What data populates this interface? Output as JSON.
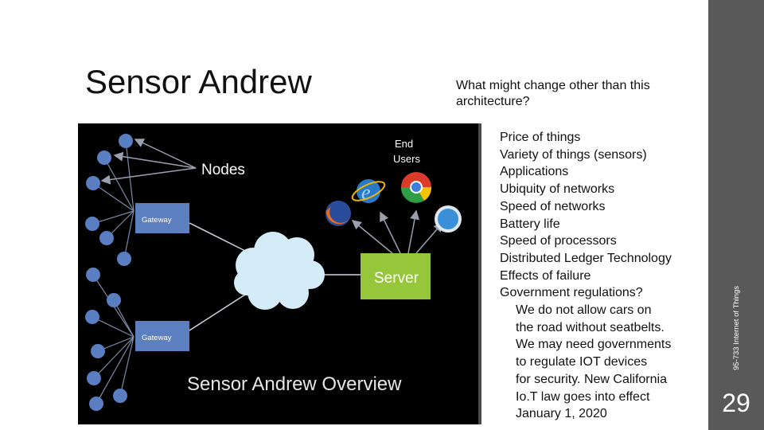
{
  "slide": {
    "title": "Sensor Andrew",
    "question": "What might change other than this architecture?",
    "points": [
      "Price of things",
      "Variety of things (sensors)",
      "Applications",
      "Ubiquity of networks",
      "Speed of networks",
      "Battery life",
      "Speed of processors",
      "Distributed Ledger Technology",
      "Effects of failure",
      "Government regulations?"
    ],
    "sub_points": [
      "We do not allow cars on",
      "the road without seatbelts.",
      "We may need governments",
      "to regulate IOT devices",
      "for security. New California",
      "Io.T law goes into effect",
      "January 1, 2020"
    ],
    "footer": "95-733 Internet of Things",
    "page_number": "29"
  },
  "diagram": {
    "caption": "Sensor Andrew Overview",
    "nodes_label": "Nodes",
    "end_users_line1": "End",
    "end_users_line2": "Users",
    "gateway_top": "Gateway",
    "gateway_bottom": "Gateway",
    "server_label": "Server",
    "colors": {
      "background": "#000000",
      "gateway": "#5c7fc0",
      "node": "#5a7ec2",
      "server": "#96c63a",
      "cloud": "#d4ecf7",
      "arrow": "#9aa0ad"
    }
  }
}
